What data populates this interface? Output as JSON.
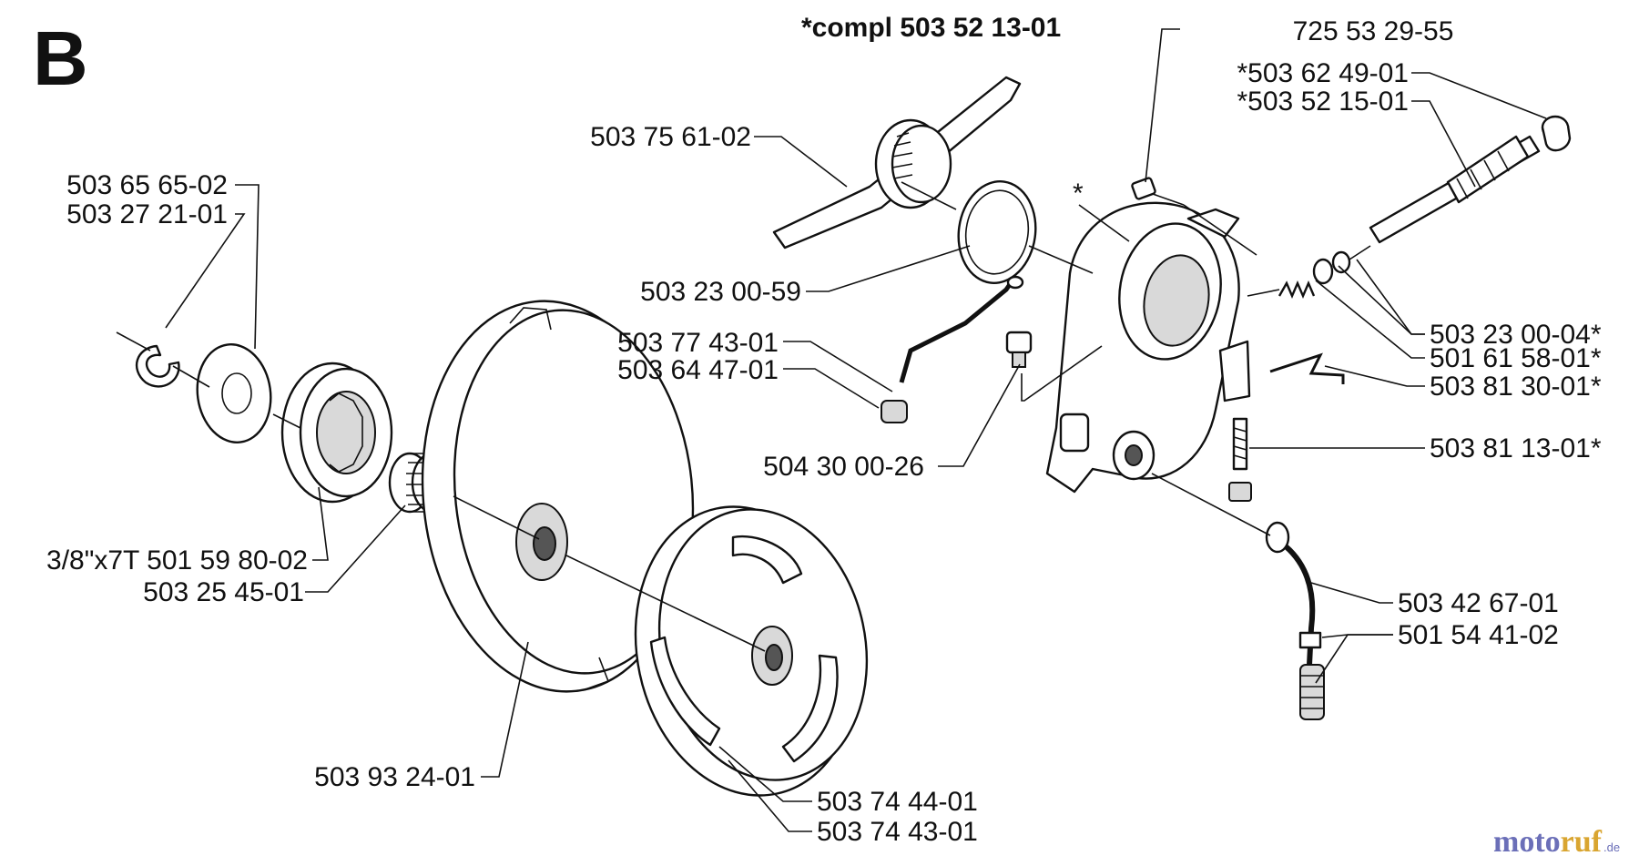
{
  "section_letter": "B",
  "assembly_title": "*compl 503 52 13-01",
  "asterisk_marker": "*",
  "labels": {
    "p_725532955": "725 53 29-55",
    "p_503624901": "*503 62 49-01",
    "p_503521501": "*503 52 15-01",
    "p_503756102": "503 75 61-02",
    "p_503656502": "503 65 65-02",
    "p_503272101": "503 27 21-01",
    "p_503230059": "503 23 00-59",
    "p_503774301": "503 77 43-01",
    "p_503644701": "503 64 47-01",
    "p_504300026": "504 30 00-26",
    "p_503230004": "503 23 00-04*",
    "p_501615801": "501 61 58-01*",
    "p_503813001": "503 81 30-01*",
    "p_503811301": "503 81 13-01*",
    "p_501598002": "3/8\"x7T 501 59 80-02",
    "p_503254501": "503 25 45-01",
    "p_503426701": "503 42 67-01",
    "p_501544102": "501 54 41-02",
    "p_503932401": "503 93 24-01",
    "p_503744401": "503 74 44-01",
    "p_503744301": "503 74 43-01"
  },
  "watermark": {
    "part1": "moto",
    "part2": "ruf",
    "suffix": ".de"
  }
}
